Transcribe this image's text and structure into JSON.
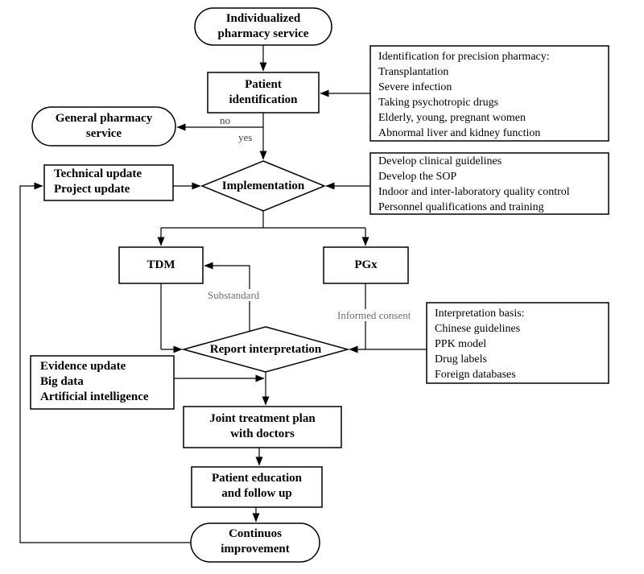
{
  "nodes": {
    "individualized": {
      "lines": [
        "Individualized",
        "pharmacy service"
      ]
    },
    "patient_identification": {
      "lines": [
        "Patient",
        "identification"
      ]
    },
    "general_pharmacy": {
      "lines": [
        "General pharmacy",
        "service"
      ]
    },
    "implementation": {
      "label": "Implementation"
    },
    "technical_update": {
      "lines": [
        "Technical update",
        "Project update"
      ]
    },
    "tdm": {
      "label": "TDM"
    },
    "pgx": {
      "label": "PGx"
    },
    "report_interpretation": {
      "label": "Report interpretation"
    },
    "evidence_update": {
      "lines": [
        "Evidence update",
        "Big data",
        "Artificial intelligence"
      ]
    },
    "joint_treatment": {
      "lines": [
        "Joint treatment plan",
        "with doctors"
      ]
    },
    "patient_education": {
      "lines": [
        "Patient education",
        "and follow up"
      ]
    },
    "continuous_improvement": {
      "lines": [
        "Continuos",
        "improvement"
      ]
    }
  },
  "notes": {
    "identification_criteria": {
      "lines": [
        "Identification for precision pharmacy:",
        "Transplantation",
        "Severe infection",
        "Taking psychotropic drugs",
        "Elderly, young, pregnant women",
        "Abnormal liver and kidney function"
      ]
    },
    "implementation_criteria": {
      "lines": [
        "Develop clinical guidelines",
        "Develop the SOP",
        "Indoor and inter-laboratory quality control",
        "Personnel qualifications and training"
      ]
    },
    "interpretation_basis": {
      "lines": [
        "Interpretation basis:",
        "Chinese guidelines",
        "PPK model",
        "Drug labels",
        "Foreign databases"
      ]
    }
  },
  "edge_labels": {
    "no": "no",
    "yes": "yes",
    "substandard": "Substandard",
    "informed_consent": "Informed consent"
  },
  "colors": {
    "line": "#000000",
    "shape_border": "#000000",
    "background": "#ffffff",
    "text": "#000000",
    "edge_label_gray": "#6e6e6e",
    "edge_label_dark": "#3f3f3f"
  }
}
